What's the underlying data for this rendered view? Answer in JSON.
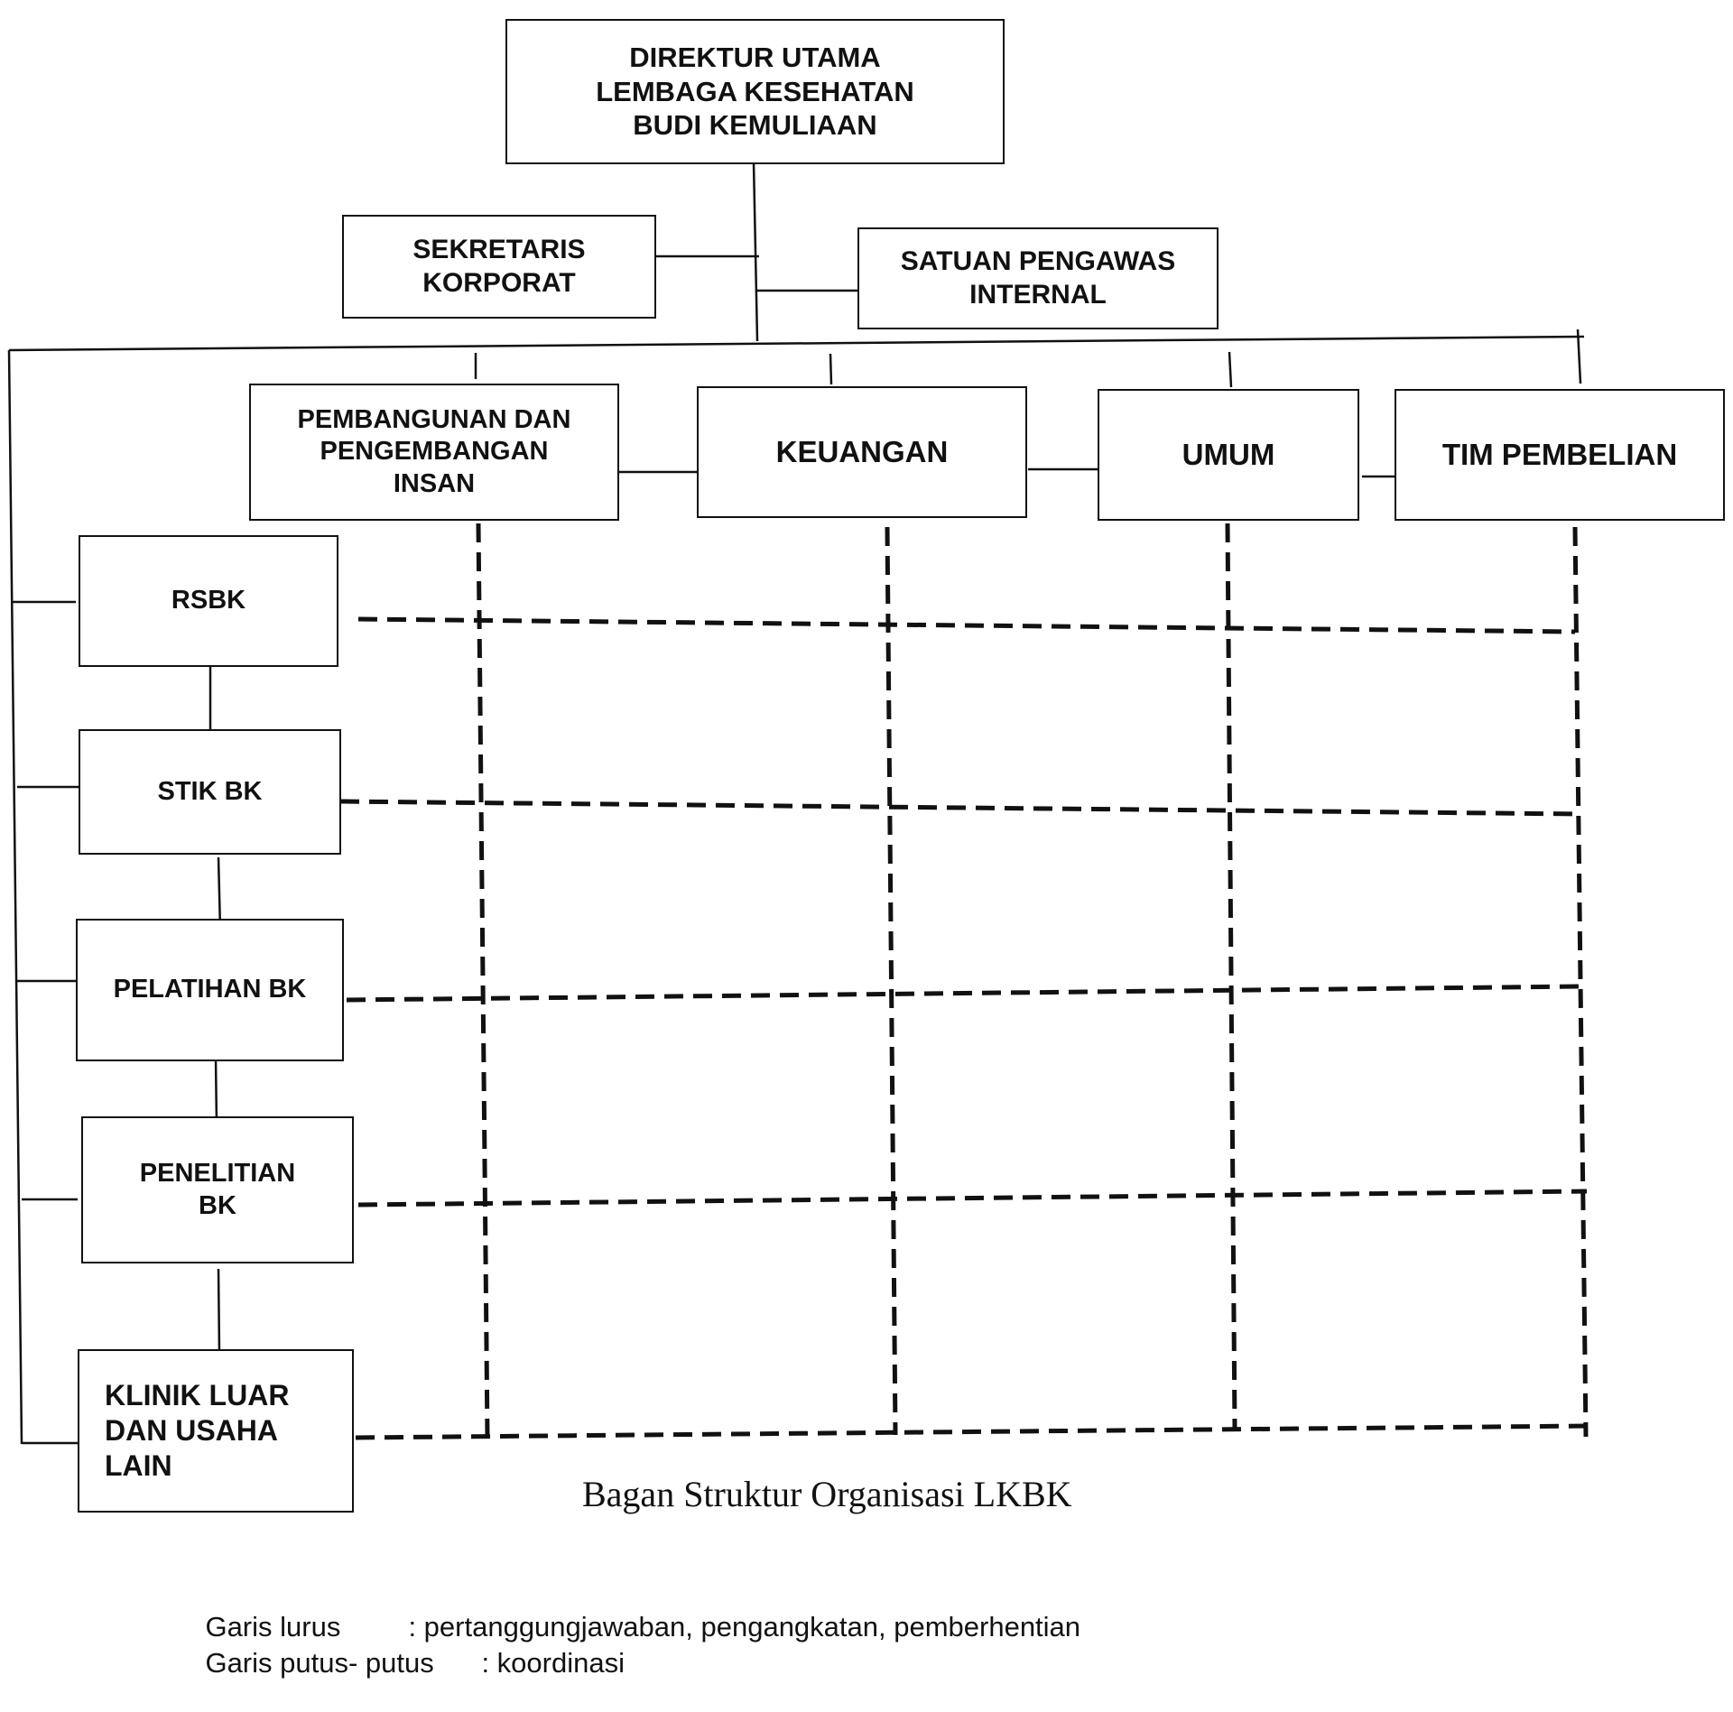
{
  "nodes": {
    "direktur": "DIREKTUR UTAMA\nLEMBAGA KESEHATAN\nBUDI KEMULIAAN",
    "sekretaris": "SEKRETARIS\nKORPORAT",
    "spi": "SATUAN PENGAWAS\nINTERNAL",
    "pembangunan": "PEMBANGUNAN DAN\nPENGEMBANGAN\nINSAN",
    "keuangan": "KEUANGAN",
    "umum": "UMUM",
    "tim_pembelian": "TIM PEMBELIAN",
    "rsbk": "RSBK",
    "stik": "STIK BK",
    "pelatihan": "PELATIHAN BK",
    "penelitian": "PENELITIAN\nBK",
    "klinik": "KLINIK LUAR\nDAN USAHA\nLAIN"
  },
  "caption": "Bagan Struktur Organisasi LKBK",
  "legend": {
    "solid_label": "Garis lurus",
    "solid_desc": ": pertanggungjawaban, pengangkatan, pemberhentian",
    "dashed_label": "Garis putus- putus",
    "dashed_desc": ": koordinasi"
  }
}
